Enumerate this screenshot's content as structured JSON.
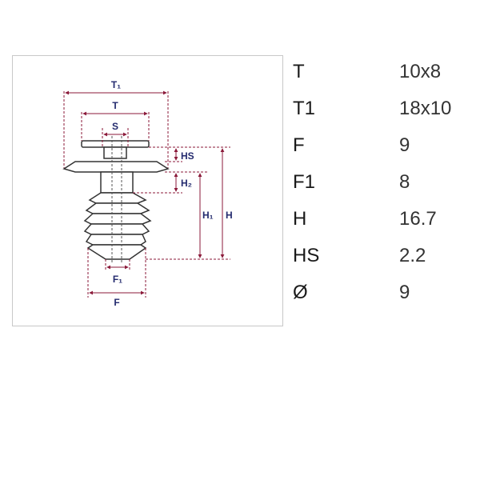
{
  "diagram": {
    "labels": {
      "t1": "T₁",
      "t": "T",
      "s": "S",
      "hs": "HS",
      "h2": "H₂",
      "h1": "H₁",
      "h": "H",
      "f1": "F₁",
      "f": "F"
    },
    "colors": {
      "dimension": "#8b1a3a",
      "label": "#232a6e",
      "part_outline": "#333333",
      "part_fill": "#ffffff"
    }
  },
  "specs": [
    {
      "label": "T",
      "value": "10x8"
    },
    {
      "label": "T1",
      "value": "18x10"
    },
    {
      "label": "F",
      "value": "9"
    },
    {
      "label": "F1",
      "value": "8"
    },
    {
      "label": "H",
      "value": "16.7"
    },
    {
      "label": "HS",
      "value": "2.2"
    },
    {
      "label": "Ø",
      "value": "9"
    }
  ]
}
